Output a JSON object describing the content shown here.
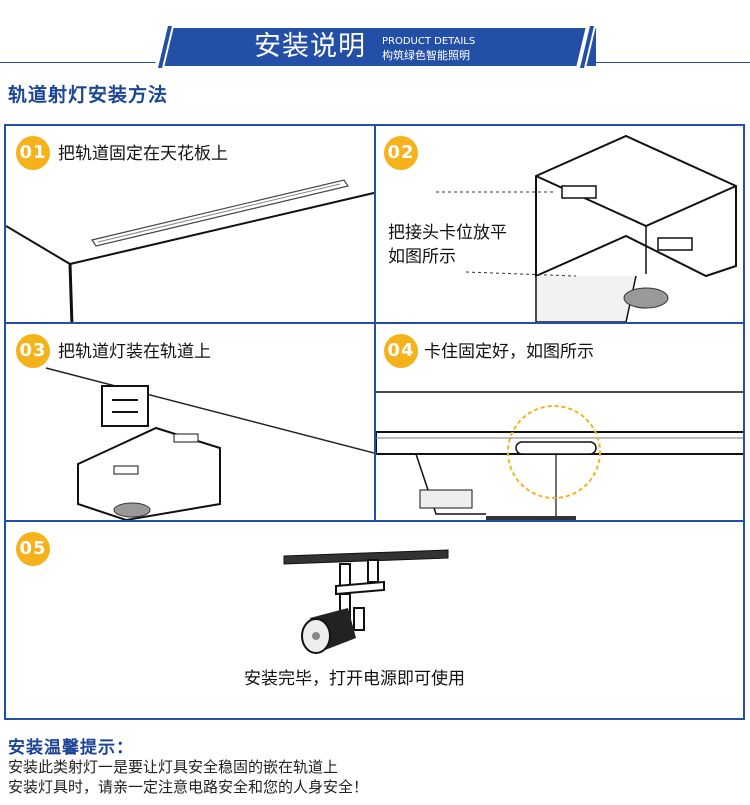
{
  "header": {
    "title": "安装说明",
    "subtitle_en": "PRODUCT DETAILS",
    "subtitle_cn": "构筑绿色智能照明",
    "brand_color": "#244fa7"
  },
  "section_title": "轨道射灯安装方法",
  "steps": [
    {
      "number": "01",
      "text": "把轨道固定在天花板上"
    },
    {
      "number": "02",
      "text_line1": "把接头卡位放平",
      "text_line2": "如图所示"
    },
    {
      "number": "03",
      "text": "把轨道灯装在轨道上"
    },
    {
      "number": "04",
      "text": "卡住固定好，如图所示"
    },
    {
      "number": "05",
      "text": "安装完毕，打开电源即可使用"
    }
  ],
  "tips": {
    "title": "安装温馨提示：",
    "line1": "安装此类射灯一是要让灯具安全稳固的嵌在轨道上",
    "line2": "安装灯具时，请亲一定注意电路安全和您的人身安全！"
  },
  "colors": {
    "badge": "#f5b21a",
    "border": "#244fa7",
    "accent_text": "#1c4595"
  }
}
